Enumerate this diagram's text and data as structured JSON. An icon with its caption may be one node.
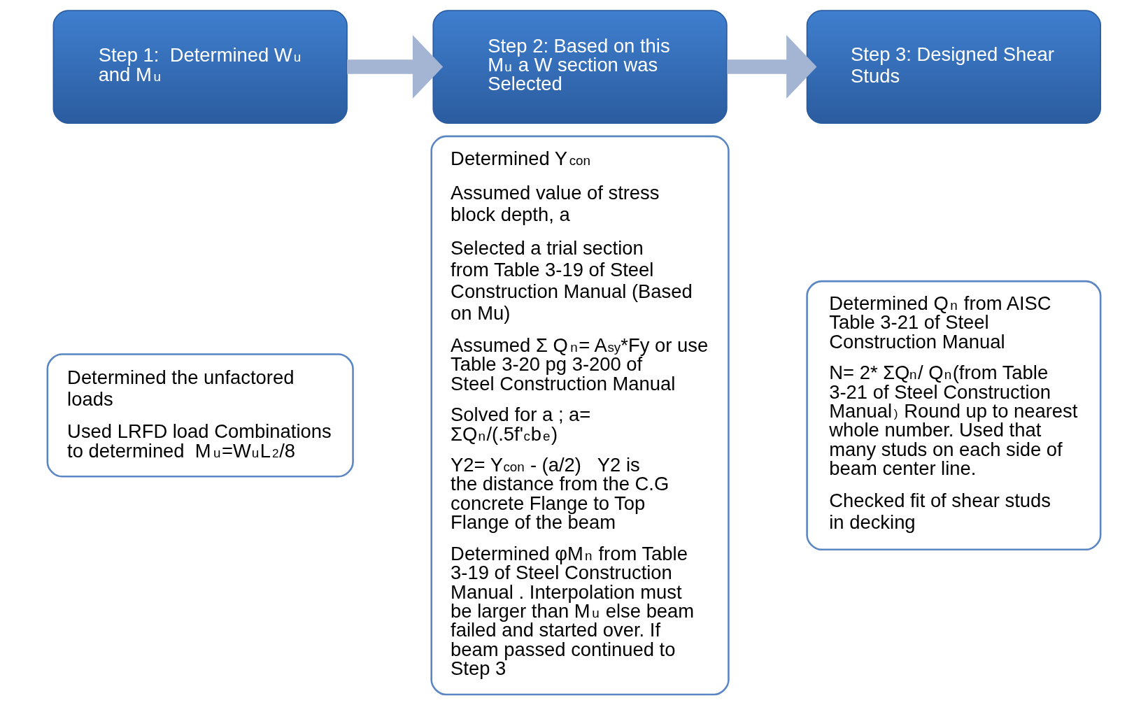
{
  "diagram": {
    "nodes": [
      {
        "text": [
          "Step 1:  Determined W$_{u}$ and M$_{u}$"
        ]
      },
      {
        "text": [
          "Determined the unfactored loads",
          "Used LRFD load Combinations to determined  M$_{u}$=W$_{u}$L$^{2}$/8"
        ]
      },
      {
        "text": [
          "Step 2: Based on this M$_{u}$ a W section was Selected"
        ]
      },
      {
        "text": [
          "Determined Y$_{con}$",
          "Assumed value of stress block depth, a",
          "Selected a trial section from Table 3-19 of Steel Construction Manual (Based on Mu)",
          "Assumed Σ Q$_{n}$= A$_{sy}$*Fy or use Table 3-20 pg 3-200 of Steel Construction Manual",
          "Solved for a ; a= ΣQ$_{n}$/(.5f'$_{c}$b$_{e}$)",
          "Y2= Y$_{con}$ - (a/2)   Y2 is the distance from the C.G concrete Flange to Top Flange of the beam",
          "Determined φM$_{n}$ from Table 3-19 of Steel Construction Manual . Interpolation must be larger than M$_{u}$ else beam failed and started over. If beam passed continued to Step 3"
        ]
      },
      {
        "text": [
          "Step 3: Designed Shear Studs"
        ]
      },
      {
        "text": [
          "Determined Q$_{n}$ from AISC Table 3-21 of Steel Construction Manual",
          "N= 2* ΣQ$_{n}$/ Q$_{n}$(from Table 3-21 of Steel Construction Manual$^{)}$ Round up to nearest whole number. Used that many studs on each side of beam center line.",
          "Checked fit of shear studs in decking"
        ]
      }
    ],
    "edges": [
      {
        "from": 0,
        "to": 2,
        "arrow": "to"
      },
      {
        "from": 2,
        "to": 4,
        "arrow": "to"
      }
    ]
  }
}
